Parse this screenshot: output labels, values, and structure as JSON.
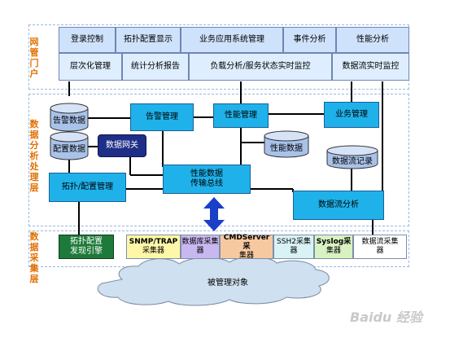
{
  "layers": {
    "portal": "网管门户",
    "processing": "数据分析处理层",
    "collection": "数据采集层"
  },
  "portal": {
    "row1": [
      "登录控制",
      "拓扑配置显示",
      "业务应用系统管理",
      "事件分析",
      "性能分析"
    ],
    "row2": [
      "层次化管理",
      "统计分析报告",
      "负载分析/服务状态实时监控",
      "数据流实时监控"
    ]
  },
  "processing": {
    "alarm_mgmt": "告警管理",
    "perf_mgmt": "性能管理",
    "biz_mgmt": "业务管理",
    "alarm_data": "告警数据",
    "config_data": "配置数据",
    "perf_data": "性能数据",
    "flow_records": "数据流记录",
    "gateway": "数据网关",
    "topo_mgmt": "拓扑/配置管理",
    "bus": "性能数据\n传输总线",
    "flow_analysis": "数据流分析"
  },
  "collection": {
    "topo_engine": "拓扑配置\n发现引擎",
    "collectors": [
      {
        "title": "SNMP/TRAP",
        "sub": "采集器",
        "color": "#fff7a8"
      },
      {
        "title": "数据库采集",
        "sub": "器",
        "color": "#c9b8f0"
      },
      {
        "title": "CMDServer采",
        "sub": "集器",
        "color": "#f6c9a0"
      },
      {
        "title": "SSH2采集",
        "sub": "器",
        "color": "#d8f2f6"
      },
      {
        "title": "Syslog采",
        "sub": "集器",
        "color": "#d8f2c2"
      },
      {
        "title": "数据流采集",
        "sub": "器",
        "color": "#ffffff"
      }
    ],
    "managed": "被管理对象"
  },
  "colors": {
    "accent_blue": "#1fb2ea",
    "dark_blue": "#1f2e86",
    "engine_green": "#1e7a3a",
    "arrow_blue": "#1a3fc9",
    "label_orange": "#e07000"
  },
  "watermark": "Baidu 经验"
}
